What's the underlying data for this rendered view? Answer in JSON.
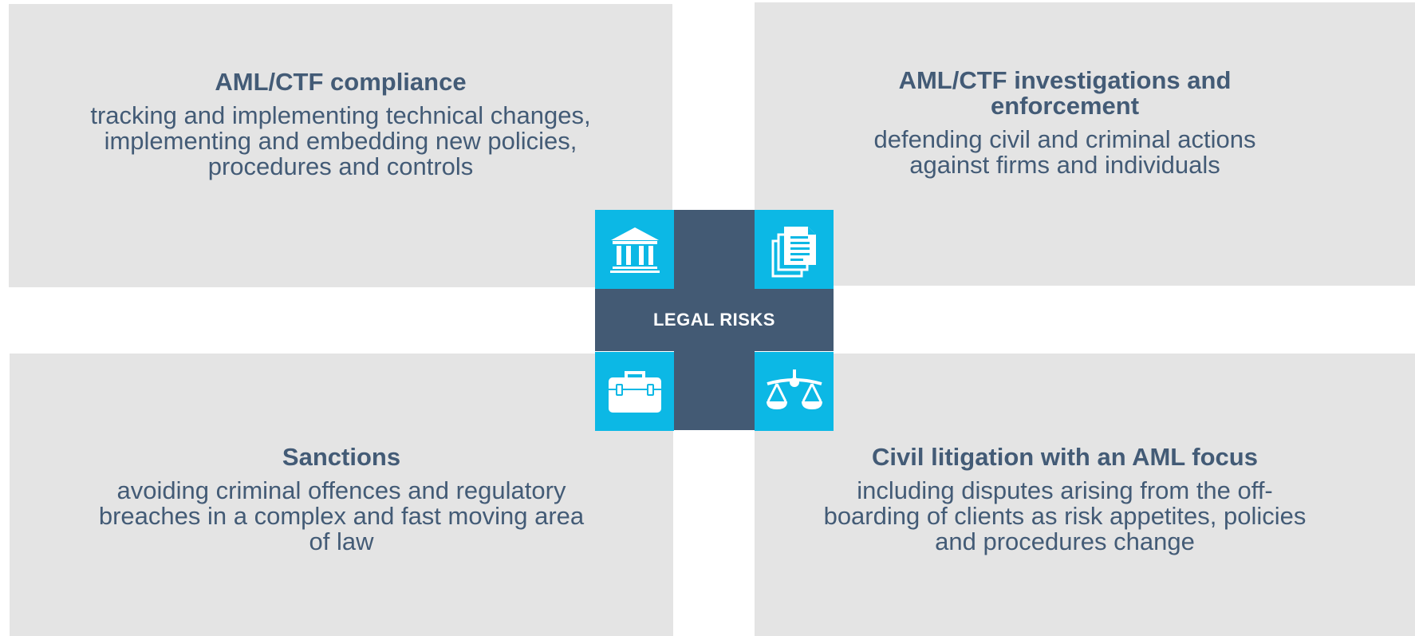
{
  "hub": {
    "label": "LEGAL RISKS"
  },
  "quadrants": [
    {
      "title": "AML/CTF compliance",
      "description": "tracking and implementing technical changes, implementing and embedding new policies, procedures and controls",
      "icon": "bank-building-icon"
    },
    {
      "title": "AML/CTF investigations and enforcement",
      "description": "defending civil and criminal actions against firms and individuals",
      "icon": "documents-icon"
    },
    {
      "title": "Sanctions",
      "description": "avoiding criminal offences and regulatory breaches in a complex and fast moving area of law",
      "icon": "briefcase-icon"
    },
    {
      "title": "Civil litigation with an AML focus",
      "description": "including disputes arising from the off-boarding of clients as risk appetites, policies and procedures change",
      "icon": "scales-icon"
    }
  ],
  "colors": {
    "panel_bg": "#e4e4e4",
    "text": "#435b76",
    "hub": "#435a74",
    "icon_bg": "#0cb8e5",
    "icon_fg": "#ffffff"
  }
}
